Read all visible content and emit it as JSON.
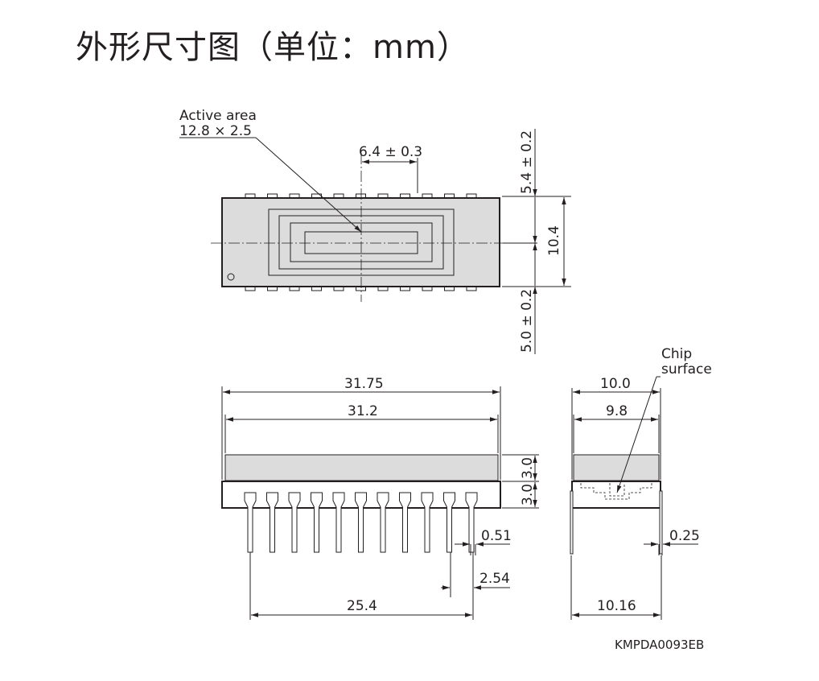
{
  "title": "外形尺寸图（单位：mm）",
  "top_view": {
    "active_area_label": "Active area",
    "active_area_value": "12.8 × 2.5",
    "dim_center_width": "6.4 ± 0.3",
    "dim_top_offset": "5.4 ± 0.2",
    "dim_height": "10.4",
    "dim_bottom_offset": "5.0 ± 0.2"
  },
  "front_view": {
    "dim_overall_length": "31.75",
    "dim_body_length": "31.2",
    "dim_window_thickness": "3.0",
    "dim_base_thickness": "3.0",
    "dim_pin_width": "0.51",
    "dim_pin_pitch": "2.54",
    "dim_pin_span": "25.4"
  },
  "side_view": {
    "chip_label_line1": "Chip",
    "chip_label_line2": "surface",
    "dim_overall_width": "10.0",
    "dim_window_width": "9.8",
    "dim_lead_thickness": "0.25",
    "dim_row_spacing": "10.16"
  },
  "drawing_code": "KMPDA0093EB"
}
